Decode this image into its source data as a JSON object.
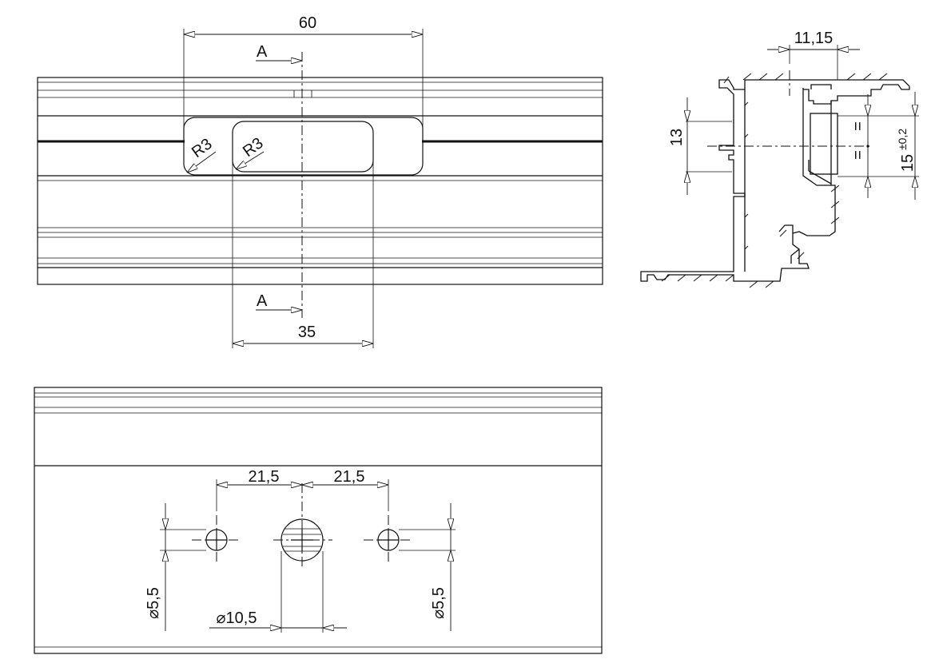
{
  "top_view": {
    "dim_width_outer": "60",
    "dim_width_inner": "35",
    "radius_left": "R3",
    "radius_right": "R3",
    "section_mark_top": "A",
    "section_mark_bottom": "A"
  },
  "section_view": {
    "dim_offset": "11,15",
    "dim_height": "13",
    "dim_center": "15",
    "dim_center_tolerance": "±0,2",
    "equal_mark_1": "=",
    "equal_mark_2": "="
  },
  "bottom_view": {
    "dim_spacing_left": "21,5",
    "dim_spacing_right": "21,5",
    "dim_hole_small_left": "⌀5,5",
    "dim_hole_small_right": "⌀5,5",
    "dim_hole_large": "⌀10,5"
  }
}
